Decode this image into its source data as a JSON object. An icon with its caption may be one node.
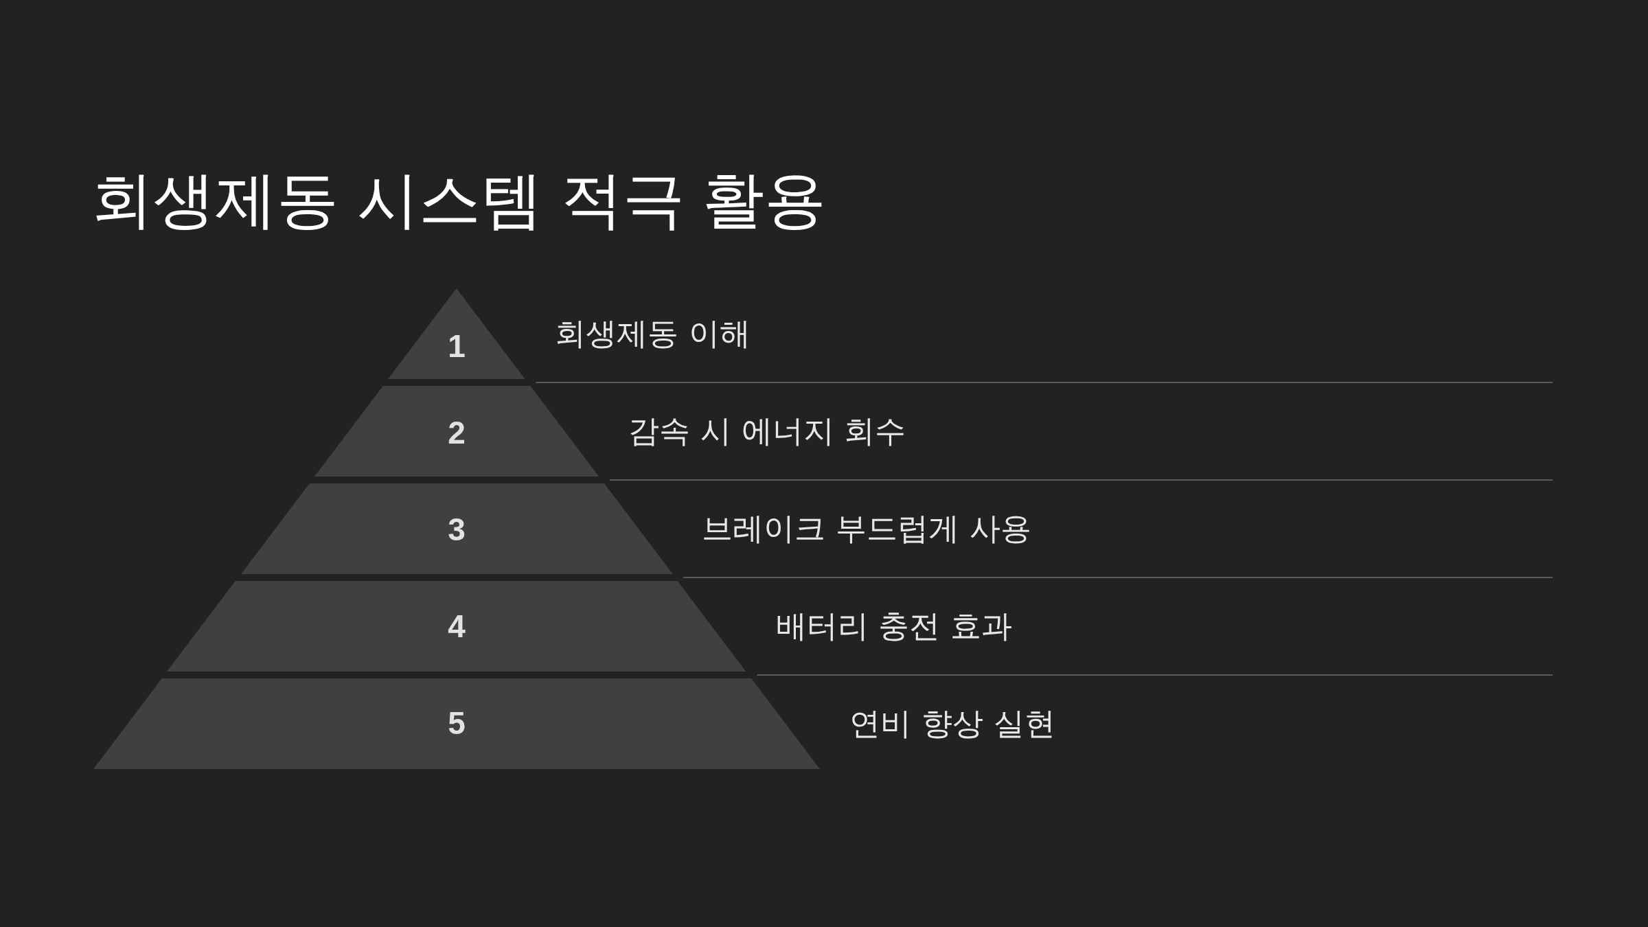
{
  "diagram": {
    "title": "회생제동 시스템 적극 활용",
    "nodes": [
      {
        "text": [
          "1"
        ],
        "beside": [
          "회생제동 이해"
        ]
      },
      {
        "text": [
          "2"
        ],
        "beside": [
          "감속 시 에너지 회수"
        ]
      },
      {
        "text": [
          "3"
        ],
        "beside": [
          "브레이크 부드럽게 사용"
        ]
      },
      {
        "text": [
          "4"
        ],
        "beside": [
          "배터리 충전 효과"
        ]
      },
      {
        "text": [
          "5"
        ],
        "beside": [
          "연비 향상 실현"
        ]
      }
    ]
  }
}
